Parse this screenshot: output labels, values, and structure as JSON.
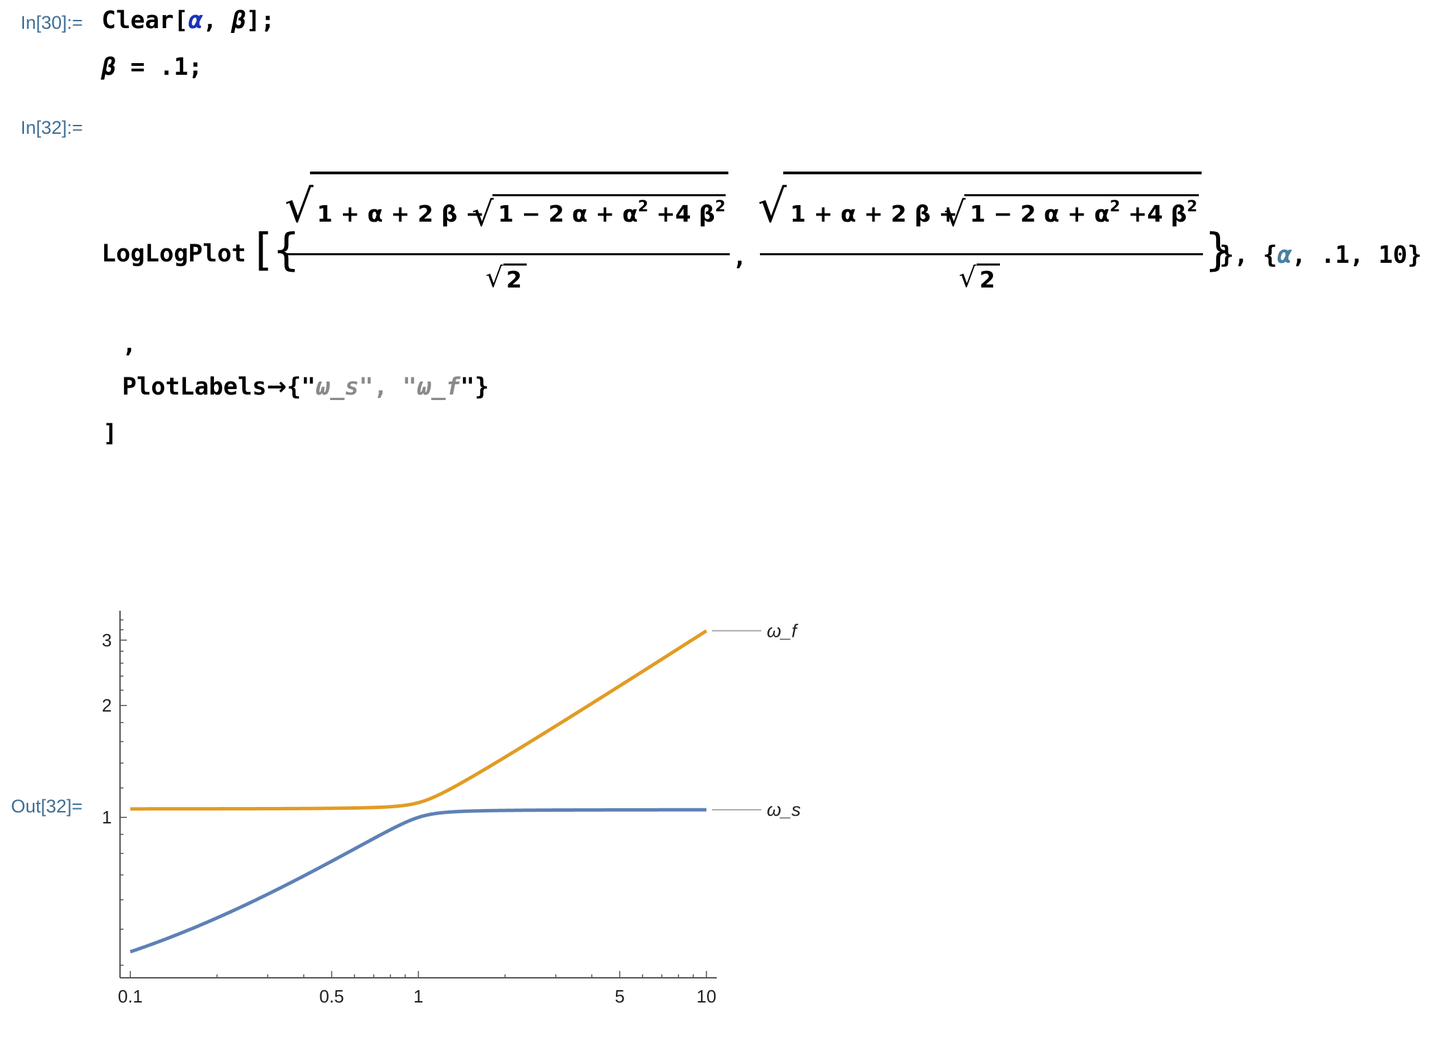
{
  "cells": {
    "in30_label": "In[30]:=",
    "in32_label": "In[32]:=",
    "out32_label": "Out[32]=",
    "line1": {
      "fn": "Clear[",
      "alpha": "α",
      "sep": ", ",
      "beta": "β",
      "end": "];"
    },
    "line2": {
      "beta": "β",
      "rest": " = .1;"
    },
    "loglog": "LogLogPlot",
    "range": {
      "open": "}, {",
      "alpha": "α",
      "rest": ", .1, 10}"
    },
    "comma": ",",
    "plotlabels": {
      "key": "PlotLabels",
      "arrow": "→",
      "open": "{\"",
      "s": "ω_s",
      "mid": "\", \"",
      "f": "ω_f",
      "close": "\"}"
    },
    "close_bracket": "]",
    "num1": "1 + α + 2 β − ",
    "num2": "1 + α + 2 β + ",
    "inner": "1 − 2 α + α",
    "inner_b": " +4 β",
    "sq": "2",
    "den": "2"
  },
  "colors": {
    "blue_series": "#5e81b5",
    "orange_series": "#e19c24",
    "label_blue": "#3f6f95",
    "symbol_blue": "#1c34b8"
  },
  "chart_data": {
    "type": "line",
    "scale": "log-log",
    "x_ticks": [
      "0.1",
      "0.5",
      "1",
      "5",
      "10"
    ],
    "y_ticks": [
      "1",
      "2",
      "3"
    ],
    "xlim": [
      0.1,
      10
    ],
    "ylim": [
      0.37,
      3.6
    ],
    "beta": 0.1,
    "series": [
      {
        "name": "ω_s",
        "formula": "sqrt(1+a+2b - sqrt(1-2a+a^2+4b^2))/sqrt(2)"
      },
      {
        "name": "ω_f",
        "formula": "sqrt(1+a+2b + sqrt(1-2a+a^2+4b^2))/sqrt(2)"
      }
    ]
  }
}
